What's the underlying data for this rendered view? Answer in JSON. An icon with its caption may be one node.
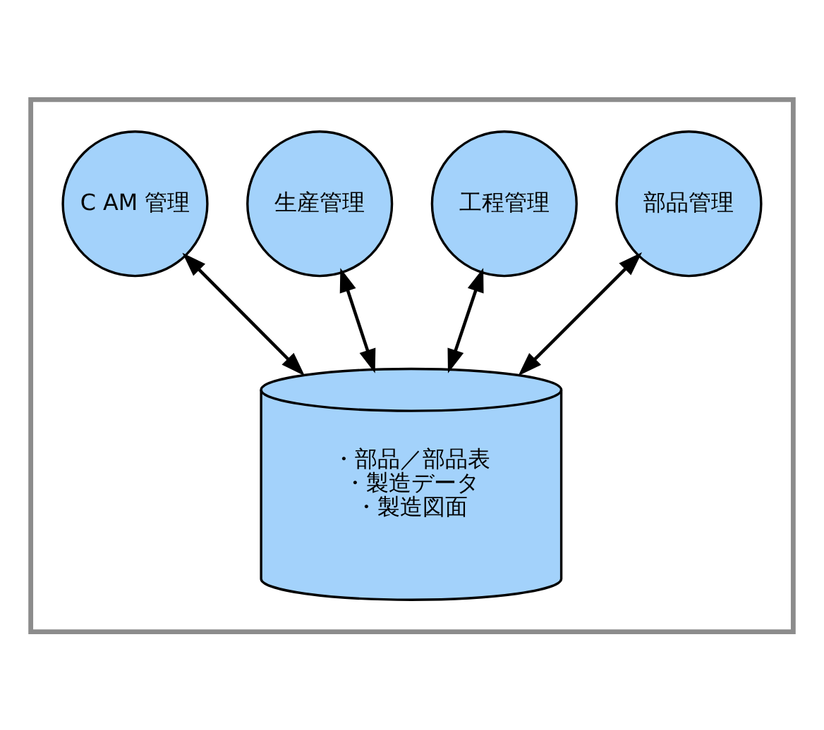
{
  "diagram": {
    "nodes": [
      {
        "text": [],
        "shape": "box"
      },
      {
        "text": [
          "工程管理"
        ],
        "in": 0
      },
      {
        "text": [
          "生産管理"
        ],
        "in": 0
      },
      {
        "text": [
          "C AM 管理"
        ],
        "in": 0
      },
      {
        "text": [
          "部品管理"
        ],
        "in": 0
      },
      {
        "text": [
          "・部品／部品表",
          "・製造データ",
          "・製造図面"
        ],
        "in": 0
      }
    ],
    "edges": [
      {
        "from": 4,
        "to": 5,
        "arrow": "both"
      },
      {
        "from": 1,
        "to": 5,
        "arrow": "both"
      },
      {
        "from": 2,
        "to": 5,
        "arrow": "both"
      },
      {
        "from": 3,
        "to": 5,
        "arrow": "both"
      }
    ]
  }
}
